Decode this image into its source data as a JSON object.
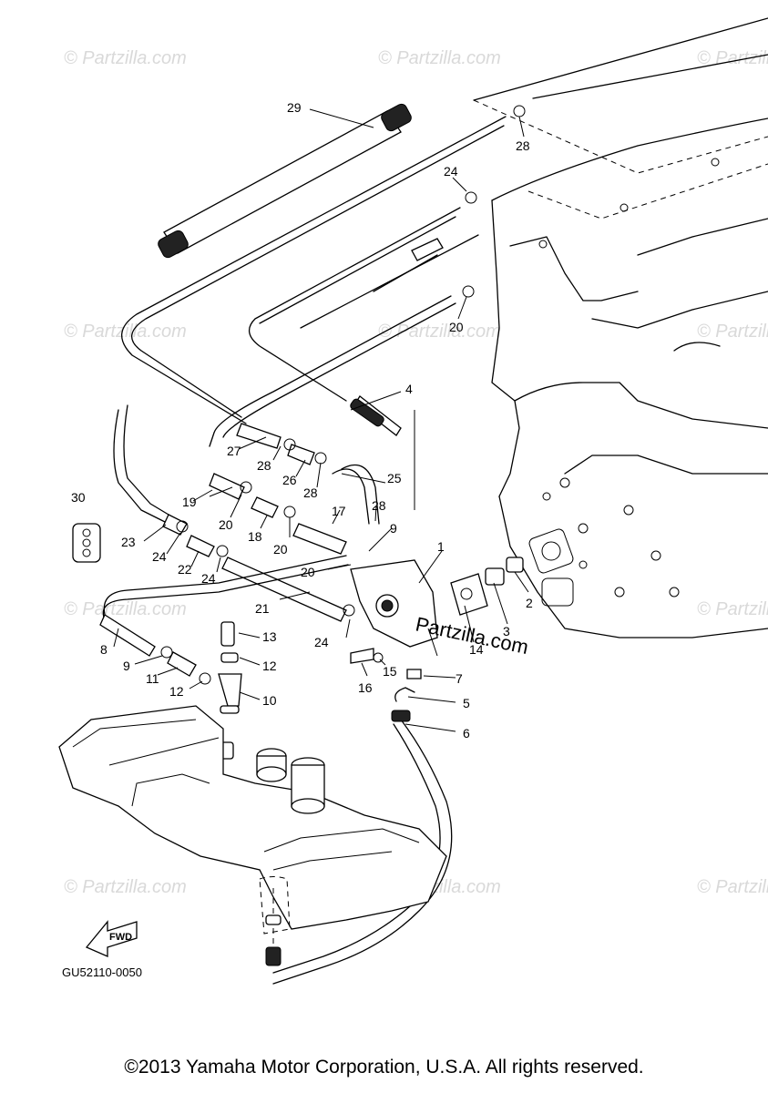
{
  "diagram": {
    "callouts": [
      "1",
      "2",
      "3",
      "4",
      "5",
      "6",
      "7",
      "8",
      "9",
      "9",
      "10",
      "11",
      "12",
      "12",
      "13",
      "14",
      "15",
      "16",
      "17",
      "18",
      "19",
      "20",
      "20",
      "20",
      "20",
      "21",
      "22",
      "23",
      "24",
      "24",
      "24",
      "24",
      "25",
      "26",
      "27",
      "28",
      "28",
      "28",
      "28",
      "29",
      "30"
    ],
    "drawing_code": "GU52110-0050",
    "fwd_label": "FWD",
    "watermark": "© Partzilla.com",
    "watermark_overlay": "Partzilla.com"
  },
  "footer": {
    "copyright": "©2013 Yamaha Motor Corporation, U.S.A. All rights reserved."
  }
}
